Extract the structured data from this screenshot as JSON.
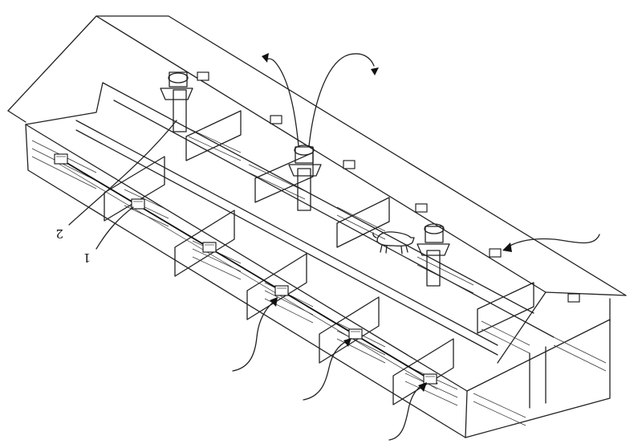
{
  "figure": {
    "callouts": [
      {
        "id": "fan",
        "label": "1"
      },
      {
        "id": "chimney",
        "label": "2"
      }
    ],
    "icons": [
      "wall-fan-icon",
      "roof-chimney-icon",
      "pig-icon",
      "airflow-arrow-icon"
    ]
  }
}
